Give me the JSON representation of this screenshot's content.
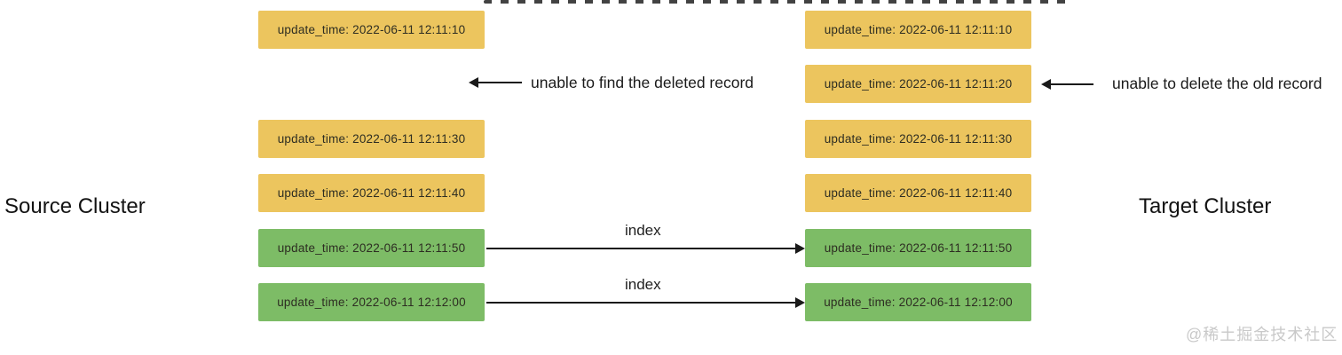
{
  "source_cluster": {
    "title": "Source Cluster",
    "records": [
      {
        "label": "update_time: 2022-06-11 12:11:10",
        "color": "yellow"
      },
      {
        "label": "update_time: 2022-06-11 12:11:30",
        "color": "yellow"
      },
      {
        "label": "update_time: 2022-06-11 12:11:40",
        "color": "yellow"
      },
      {
        "label": "update_time: 2022-06-11 12:11:50",
        "color": "green"
      },
      {
        "label": "update_time: 2022-06-11 12:12:00",
        "color": "green"
      }
    ]
  },
  "target_cluster": {
    "title": "Target Cluster",
    "records": [
      {
        "label": "update_time: 2022-06-11 12:11:10",
        "color": "yellow"
      },
      {
        "label": "update_time: 2022-06-11 12:11:20",
        "color": "yellow"
      },
      {
        "label": "update_time: 2022-06-11 12:11:30",
        "color": "yellow"
      },
      {
        "label": "update_time: 2022-06-11 12:11:40",
        "color": "yellow"
      },
      {
        "label": "update_time: 2022-06-11 12:11:50",
        "color": "green"
      },
      {
        "label": "update_time: 2022-06-11 12:12:00",
        "color": "green"
      }
    ]
  },
  "annotations": {
    "find_deleted": "unable to find the deleted record",
    "delete_old": "unable to delete the old record"
  },
  "index_flows": [
    {
      "label": "index"
    },
    {
      "label": "index"
    }
  ],
  "watermark": "@稀土掘金技术社区",
  "palette": {
    "record_yellow": "#ecc55e",
    "record_green": "#7dbc66",
    "arrow": "#1a1a1a",
    "dashed_line": "#424242",
    "watermark_gray": "#c9c9c9"
  }
}
